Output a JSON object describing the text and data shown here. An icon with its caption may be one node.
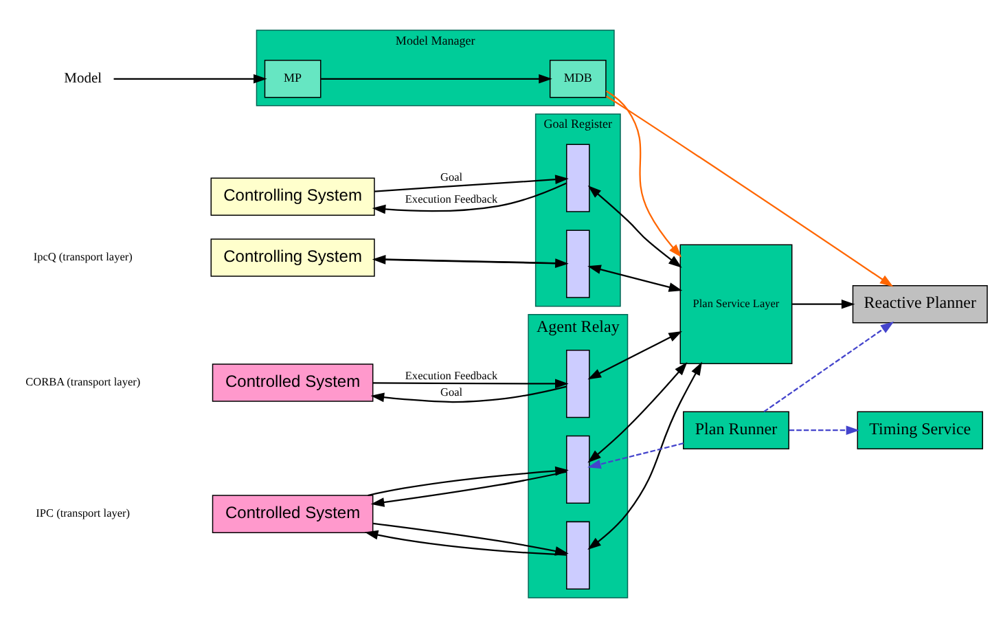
{
  "diagram": {
    "nodes": [
      {
        "text": [
          "Controlling System"
        ]
      },
      {
        "text": [
          "Controlling System"
        ]
      },
      {
        "text": [
          "Controlled System"
        ]
      },
      {
        "text": [
          "Controlled System"
        ]
      },
      {
        "text": [
          "Goal Register"
        ]
      },
      {
        "text": [],
        "shape": "box",
        "in": 4
      },
      {
        "text": [],
        "shape": "box",
        "in": 4
      },
      {
        "text": [
          "Agent Relay"
        ]
      },
      {
        "text": [],
        "shape": "box",
        "in": 7
      },
      {
        "text": [],
        "shape": "box",
        "in": 7
      },
      {
        "text": [],
        "shape": "box",
        "in": 7
      },
      {
        "text": [
          "Plan Service Layer"
        ]
      },
      {
        "text": [
          "Model Manager"
        ]
      },
      {
        "text": [
          "MDB"
        ],
        "in": 12
      },
      {
        "text": [
          "MP"
        ],
        "in": 12
      },
      {
        "text": [
          "Reactive Planner"
        ]
      },
      {
        "text": [
          "Plan Runner"
        ]
      },
      {
        "text": [
          "Timing Service"
        ]
      },
      {
        "text": [
          "Model"
        ]
      }
    ],
    "edges": [
      {
        "from": 0,
        "to": 5,
        "arrow": "to",
        "label": "Goal"
      },
      {
        "from": 5,
        "to": 0,
        "arrow": "to",
        "label": "Execution Feedback"
      },
      {
        "from": 1,
        "to": 6,
        "arrow": "to"
      },
      {
        "from": 6,
        "to": 1,
        "arrow": "to"
      },
      {
        "from": 2,
        "to": 8,
        "arrow": "to",
        "label": "Execution Feedback"
      },
      {
        "from": 8,
        "to": 2,
        "arrow": "to",
        "label": "Goal"
      },
      {
        "from": 3,
        "to": 9,
        "arrow": "to"
      },
      {
        "from": 9,
        "to": 3,
        "arrow": "to"
      },
      {
        "from": 3,
        "to": 10,
        "arrow": "to"
      },
      {
        "from": 10,
        "to": 3,
        "arrow": "to"
      },
      {
        "from": 5,
        "to": 11,
        "arrow": "both"
      },
      {
        "from": 6,
        "to": 11,
        "arrow": "both"
      },
      {
        "from": 8,
        "to": 11,
        "arrow": "both"
      },
      {
        "from": 9,
        "to": 11,
        "arrow": "both"
      },
      {
        "from": 10,
        "to": 11,
        "arrow": "both"
      },
      {
        "from": 11,
        "to": 15,
        "arrow": "to"
      },
      {
        "from": 13,
        "to": 11,
        "arrow": "to",
        "color": "#ff6600"
      },
      {
        "from": 13,
        "to": 15,
        "arrow": "to",
        "color": "#ff6600"
      },
      {
        "from": 14,
        "to": 13,
        "arrow": "to"
      },
      {
        "from": 18,
        "to": 14,
        "arrow": "to"
      },
      {
        "from": 16,
        "to": 9,
        "arrow": "to",
        "style": "dashed",
        "color": "#4444cc"
      },
      {
        "from": 16,
        "to": 15,
        "arrow": "to",
        "style": "dashed",
        "color": "#4444cc"
      },
      {
        "from": 16,
        "to": 17,
        "arrow": "to",
        "style": "dashed",
        "color": "#4444cc"
      }
    ],
    "labels": [
      "CORBA (transport layer)",
      "IpcQ (transport layer)",
      "IPC (transport layer)"
    ]
  }
}
